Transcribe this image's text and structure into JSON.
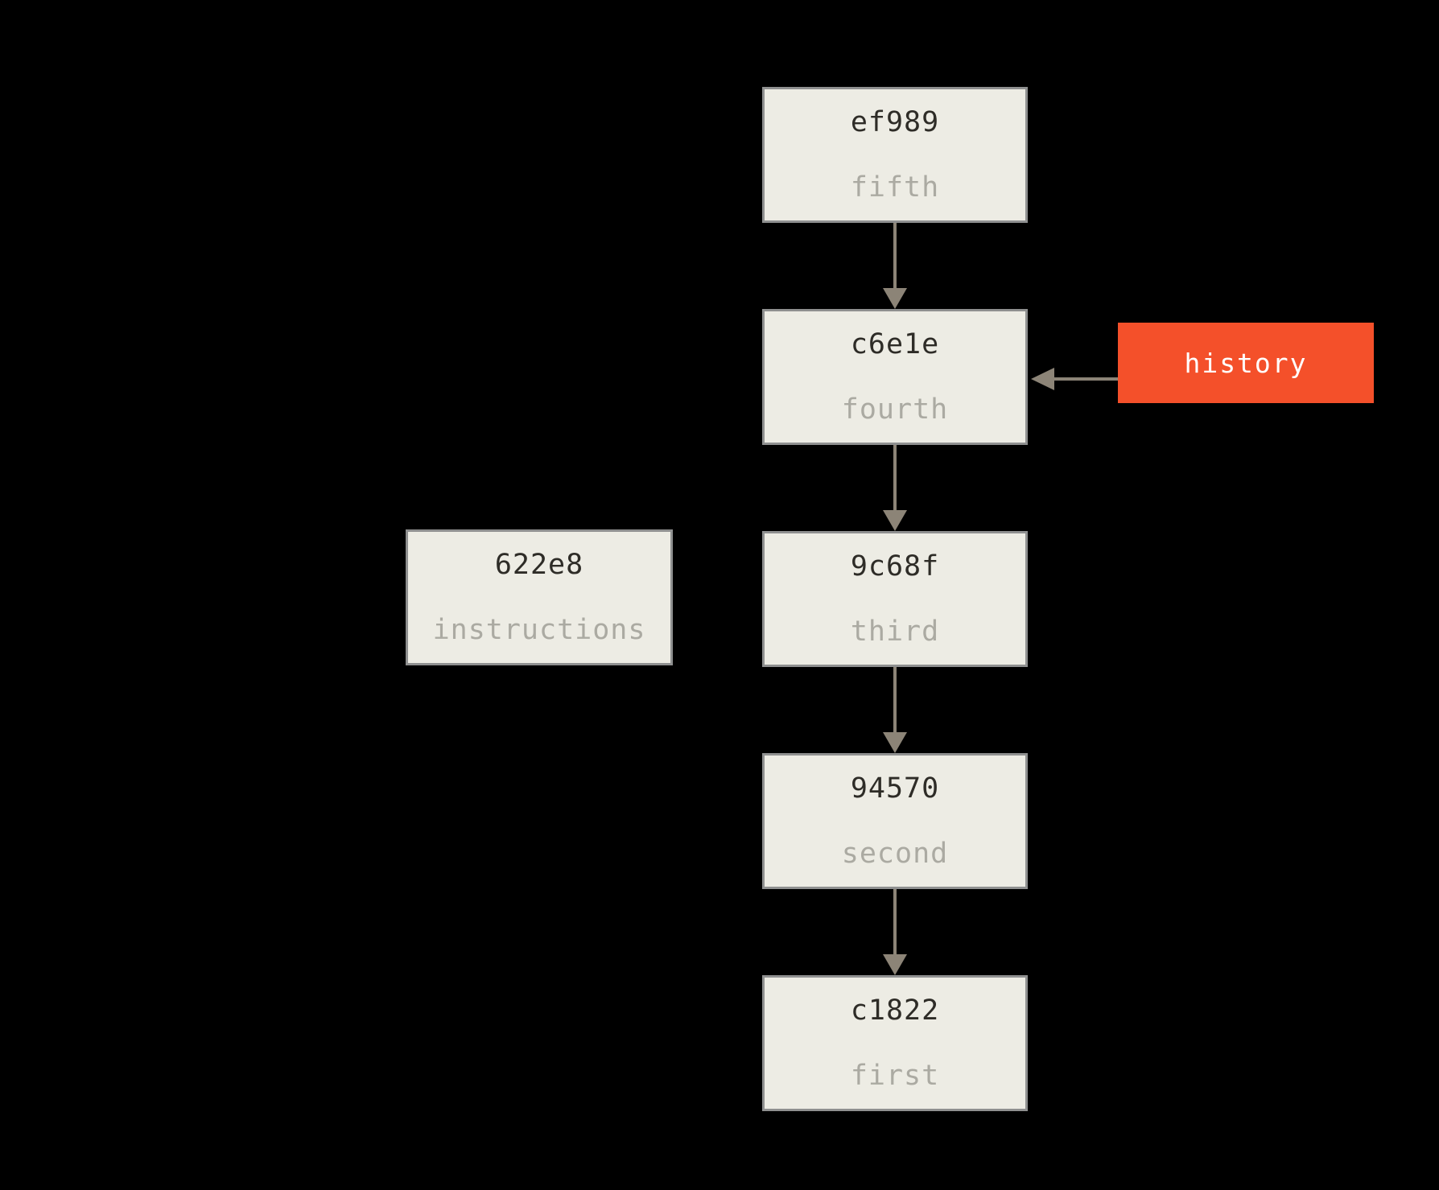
{
  "diagram": {
    "type": "git-commit-history",
    "background_color": "#000000",
    "colors": {
      "node_fill": "#edece4",
      "node_border": "#8f9090",
      "hash_text": "#2e2c27",
      "label_text": "#abaaa2",
      "arrow": "#8c8477",
      "branch_fill": "#f4502a",
      "branch_text": "#ffffff"
    },
    "commits": [
      {
        "id": "ef989",
        "label": "fifth"
      },
      {
        "id": "c6e1e",
        "label": "fourth"
      },
      {
        "id": "9c68f",
        "label": "third"
      },
      {
        "id": "94570",
        "label": "second"
      },
      {
        "id": "c1822",
        "label": "first"
      }
    ],
    "side_node": {
      "id": "622e8",
      "label": "instructions"
    },
    "branch": {
      "label": "history",
      "points_to": "c6e1e"
    },
    "edges": [
      {
        "from": "ef989",
        "to": "c6e1e"
      },
      {
        "from": "c6e1e",
        "to": "9c68f"
      },
      {
        "from": "9c68f",
        "to": "94570"
      },
      {
        "from": "94570",
        "to": "c1822"
      },
      {
        "from": "history",
        "to": "c6e1e"
      }
    ]
  }
}
